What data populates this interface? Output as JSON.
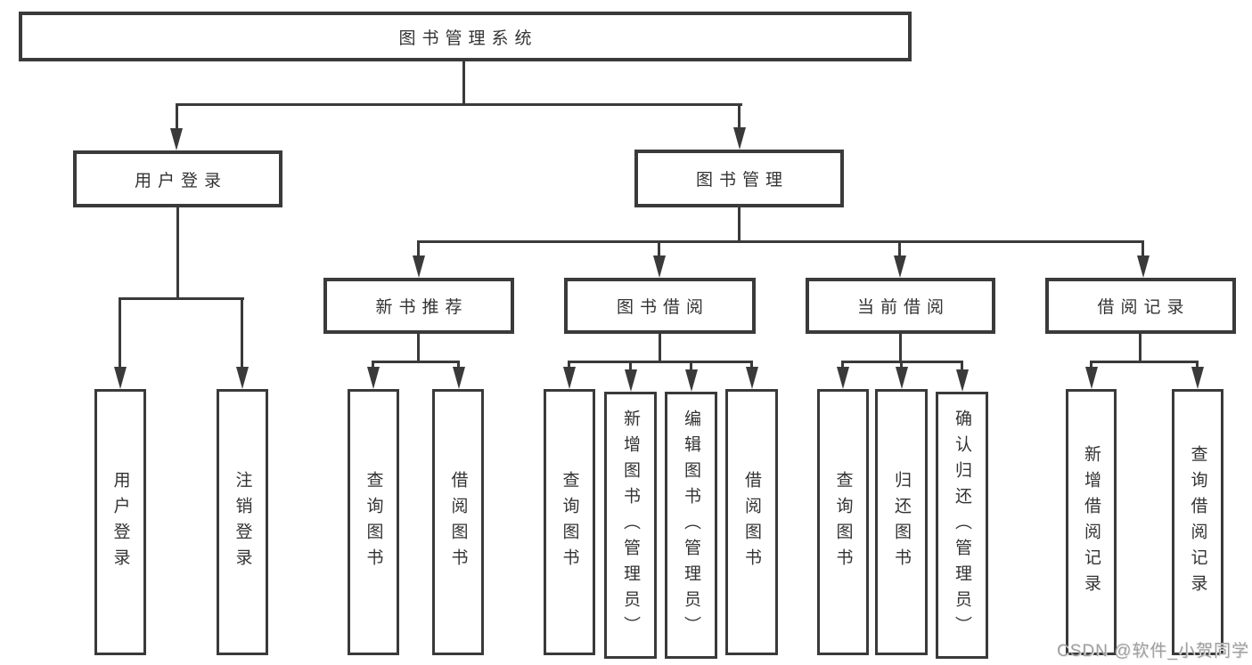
{
  "diagram": {
    "root": {
      "label": "图书管理系统"
    },
    "branches": [
      {
        "label": "用户登录",
        "children": [
          {
            "label": "用户登录"
          },
          {
            "label": "注销登录"
          }
        ]
      },
      {
        "label": "图书管理",
        "children": [
          {
            "label": "新书推荐",
            "children": [
              {
                "label": "查询图书"
              },
              {
                "label": "借阅图书"
              }
            ]
          },
          {
            "label": "图书借阅",
            "children": [
              {
                "label": "查询图书"
              },
              {
                "label": "新增图书（管理员）"
              },
              {
                "label": "编辑图书（管理员）"
              },
              {
                "label": "借阅图书"
              }
            ]
          },
          {
            "label": "当前借阅",
            "children": [
              {
                "label": "查询图书"
              },
              {
                "label": "归还图书"
              },
              {
                "label": "确认归还（管理员）"
              }
            ]
          },
          {
            "label": "借阅记录",
            "children": [
              {
                "label": "新增借阅记录"
              },
              {
                "label": "查询借阅记录"
              }
            ]
          }
        ]
      }
    ]
  },
  "watermark": {
    "text": "CSDN @软件_小贺同学"
  },
  "colors": {
    "line": "#3a3a3a",
    "text": "#333333",
    "watermark": "#9f9f9f",
    "background": "#ffffff"
  }
}
